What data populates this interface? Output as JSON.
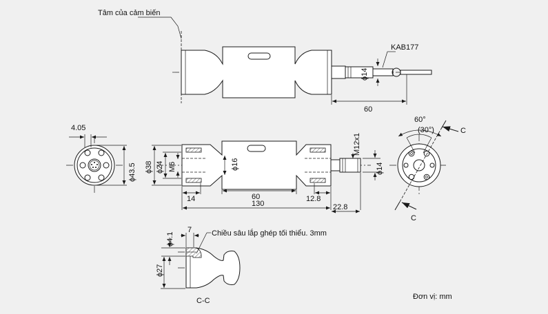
{
  "labels": {
    "sensor_center": "Tâm của cảm biến",
    "cable": "KAB177",
    "mount_depth": "Chiều sâu lắp ghép tối thiểu. 3mm",
    "section": "C-C",
    "unit": "Đơn vị: mm",
    "section_mark": "C",
    "angle_60": "60°",
    "angle_30": "(30°)"
  },
  "dimensions": {
    "d14_top": "ϕ14",
    "len_60_top": "60",
    "d_4_05": "4.05",
    "d43_5": "ϕ43.5",
    "d38": "ϕ38",
    "d24": "ϕ24",
    "m6": "M6",
    "d16": "ϕ16",
    "m12": "M12x1",
    "d14_side": "ϕ14",
    "len_14": "14",
    "len_60": "60",
    "len_12_8": "12.8",
    "len_130": "130",
    "len_22_8": "22.8",
    "d4_1": "ϕ4.1",
    "len_7": "7",
    "d27": "ϕ27"
  }
}
